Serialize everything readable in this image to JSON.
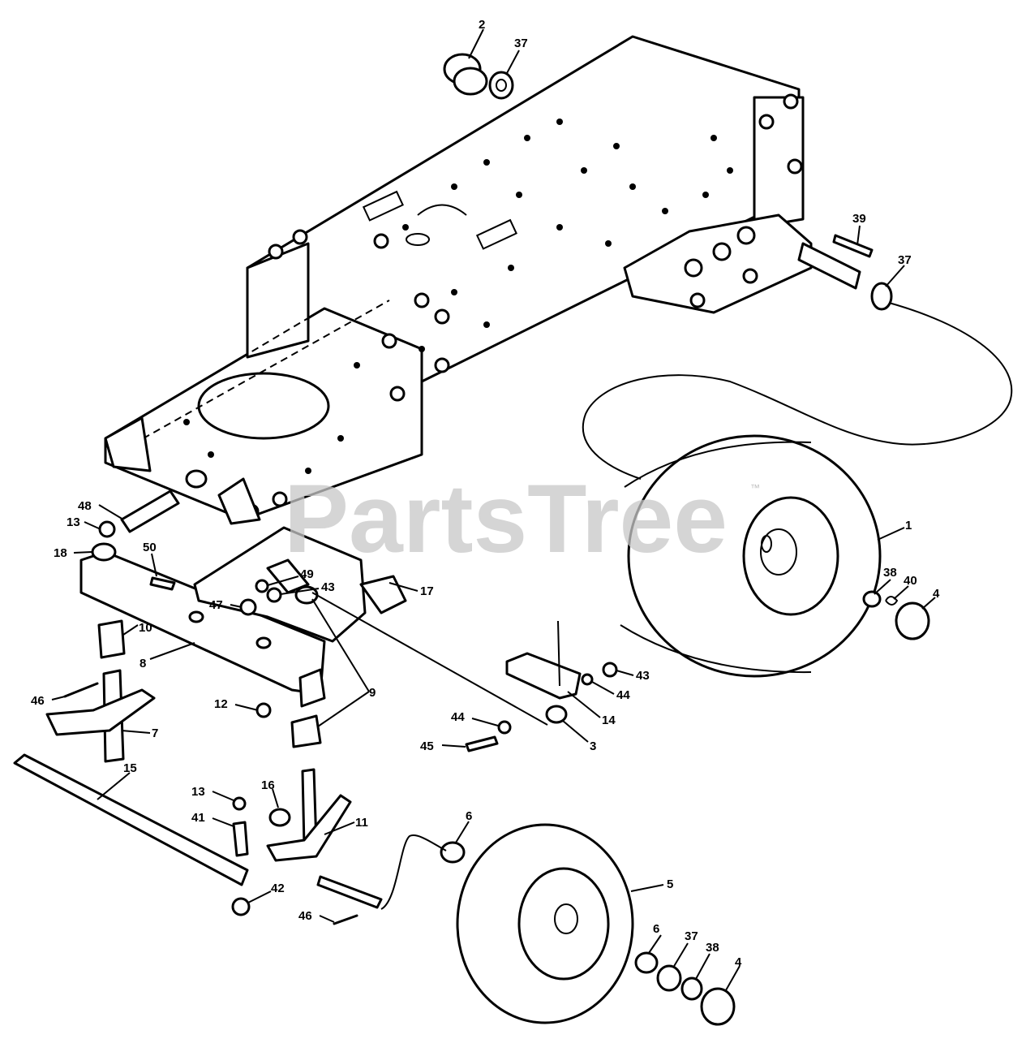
{
  "watermark": {
    "text": "PartsTree",
    "trademark": "™"
  },
  "callouts": [
    {
      "num": "2"
    },
    {
      "num": "37"
    },
    {
      "num": "39"
    },
    {
      "num": "37"
    },
    {
      "num": "1"
    },
    {
      "num": "48"
    },
    {
      "num": "13"
    },
    {
      "num": "18"
    },
    {
      "num": "50"
    },
    {
      "num": "49"
    },
    {
      "num": "43"
    },
    {
      "num": "47"
    },
    {
      "num": "17"
    },
    {
      "num": "10"
    },
    {
      "num": "8"
    },
    {
      "num": "9"
    },
    {
      "num": "46"
    },
    {
      "num": "12"
    },
    {
      "num": "7"
    },
    {
      "num": "38"
    },
    {
      "num": "40"
    },
    {
      "num": "4"
    },
    {
      "num": "43"
    },
    {
      "num": "44"
    },
    {
      "num": "14"
    },
    {
      "num": "44"
    },
    {
      "num": "45"
    },
    {
      "num": "3"
    },
    {
      "num": "15"
    },
    {
      "num": "13"
    },
    {
      "num": "16"
    },
    {
      "num": "41"
    },
    {
      "num": "11"
    },
    {
      "num": "6"
    },
    {
      "num": "5"
    },
    {
      "num": "42"
    },
    {
      "num": "46"
    },
    {
      "num": "6"
    },
    {
      "num": "37"
    },
    {
      "num": "38"
    },
    {
      "num": "4"
    }
  ]
}
